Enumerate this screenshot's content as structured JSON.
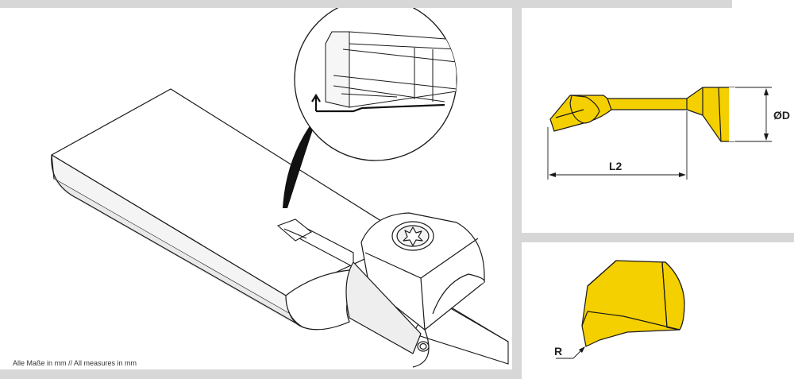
{
  "footer_note": "Alle Maße in mm // All measures in mm",
  "labels": {
    "diameter": "ØD",
    "length": "L2",
    "radius": "R"
  },
  "colors": {
    "insert_yellow": "#f5d000",
    "frame_gray": "#d7d7d7",
    "line": "#1a1a1a",
    "holder_shade": "#e9e9e9"
  }
}
